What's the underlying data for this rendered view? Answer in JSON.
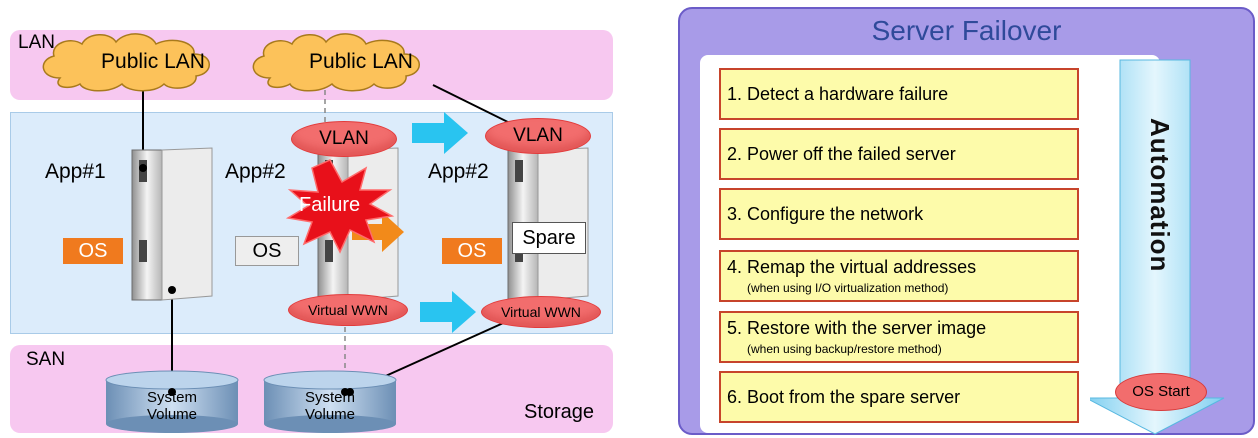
{
  "left_diagram": {
    "lan_label": "LAN",
    "san_label": "SAN",
    "clouds": [
      "Public LAN",
      "Public LAN"
    ],
    "apps": [
      "App#1",
      "App#2",
      "App#2"
    ],
    "vlan_labels": [
      "VLAN",
      "VLAN"
    ],
    "wwn_labels": [
      "Virtual WWN",
      "Virtual WWN"
    ],
    "os_labels": [
      "OS",
      "OS",
      "OS"
    ],
    "failure_label": "Failure",
    "spare_label": "Spare",
    "volumes": [
      {
        "line1": "System",
        "line2": "Volume"
      },
      {
        "line1": "System",
        "line2": "Volume"
      }
    ],
    "storage_label": "Storage",
    "colors": {
      "band": "#f7c8f0",
      "app_area": "#dcecfb",
      "oval": "#f26d6d",
      "os_active": "#f07a1e",
      "arrow": "#29c4f0",
      "failure": "#e8101a"
    }
  },
  "right_panel": {
    "title": "Server Failover",
    "steps": [
      {
        "main": "1. Detect a hardware failure",
        "sub": ""
      },
      {
        "main": "2. Power off the failed server",
        "sub": ""
      },
      {
        "main": "3. Configure the network",
        "sub": ""
      },
      {
        "main": "4. Remap the virtual addresses",
        "sub": "(when using I/O virtualization method)"
      },
      {
        "main": "5. Restore with the server image",
        "sub": "(when using backup/restore method)"
      },
      {
        "main": "6. Boot from the spare server",
        "sub": ""
      }
    ],
    "automation_label": "Automation",
    "os_start_label": "OS Start",
    "colors": {
      "panel": "#a89be8",
      "step_fill": "#fdfbaa",
      "step_border": "#c7442b",
      "arrow": "#9ddcf5",
      "title": "#2f4a9a"
    }
  }
}
